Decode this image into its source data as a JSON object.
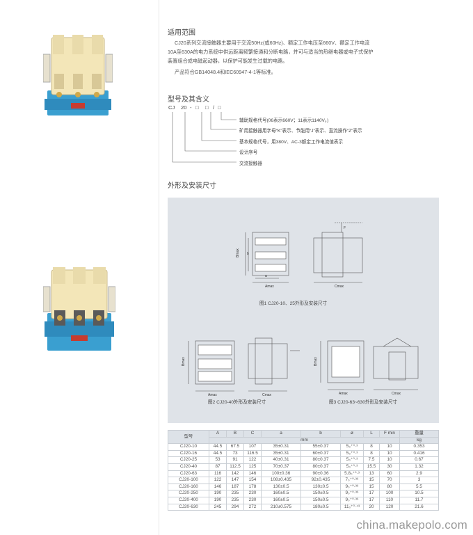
{
  "section_usage": {
    "title": "适用范围",
    "lines": [
      "CJ20系列交流接触器主要用于交流50Hz(或60Hz)、额定工作电压至660V、额定工作电流",
      "10A至630A的电力系统中供远距离频繁接通和分断电路，并可与适当的热继电器或电子式保护",
      "装置组合成电磁起动器，以保护可能发生过载的电路。",
      "产品符合GB14048.4和IEC60947-4-1等标准。"
    ]
  },
  "section_model": {
    "title": "型号及其含义",
    "code_parts": [
      "CJ",
      "20",
      "-",
      "□",
      "□",
      "/",
      "□"
    ],
    "meanings": [
      "辅助规格代号(06表示660V；11表示1140V。)",
      "矿用接触器用字母“K”表示、节能用“J”表示、直流操作“Z”表示",
      "基本规格代号，用380V、AC-3额定工作电流值表示",
      "设计序号",
      "交流接触器"
    ]
  },
  "section_dims": {
    "title": "外形及安装尺寸",
    "fig1_caption": "图1 CJ20-10、25外形及安装尺寸",
    "fig2_caption": "图2 CJ20-40外形及安装尺寸",
    "fig3_caption": "图3 CJ20-63~630外形及安装尺寸",
    "dim_labels": {
      "bmax": "Bmax",
      "amax": "Amax",
      "cmax": "Cmax",
      "a": "a",
      "b": "b",
      "f": "F"
    }
  },
  "table": {
    "headers": [
      "型号",
      "A",
      "B",
      "C",
      "a",
      "b",
      "ø",
      "L",
      "F min",
      "重量"
    ],
    "unit_mm": "mm",
    "unit_kg": "kg",
    "rows": [
      [
        "CJ20-10",
        "44.5",
        "67.5",
        "107",
        "35±0.31",
        "55±0.37",
        "5₀⁺⁰·³",
        "8",
        "10",
        "0.353"
      ],
      [
        "CJ20-16",
        "44.5",
        "73",
        "116.5",
        "35±0.31",
        "60±0.37",
        "5₀⁺⁰·³",
        "8",
        "10",
        "0.416"
      ],
      [
        "CJ20-25",
        "53",
        "91",
        "122",
        "40±0.31",
        "80±0.37",
        "5₀⁺⁰·³",
        "7.5",
        "10",
        "0.67"
      ],
      [
        "CJ20-40",
        "87",
        "112.5",
        "125",
        "70±0.37",
        "80±0.37",
        "5₀⁺⁰·³",
        "15.5",
        "30",
        "1.32"
      ],
      [
        "CJ20-63",
        "116",
        "142",
        "146",
        "100±0.36",
        "90±0.36",
        "5.8₀⁺⁰·³",
        "13",
        "60",
        "2.9"
      ],
      [
        "CJ20-100",
        "122",
        "147",
        "154",
        "108±0.435",
        "92±0.435",
        "7₀⁺⁰·³⁶",
        "15",
        "70",
        "3"
      ],
      [
        "CJ20-160",
        "146",
        "187",
        "178",
        "130±0.5",
        "130±0.5",
        "9₀⁺⁰·³⁶",
        "15",
        "80",
        "5.5"
      ],
      [
        "CJ20-250",
        "190",
        "235",
        "230",
        "160±0.5",
        "150±0.5",
        "9₀⁺⁰·³⁶",
        "17",
        "100",
        "10.5"
      ],
      [
        "CJ20-400",
        "190",
        "235",
        "230",
        "160±0.5",
        "150±0.5",
        "9₀⁺⁰·³⁶",
        "17",
        "110",
        "11.7"
      ],
      [
        "CJ20-630",
        "245",
        "294",
        "272",
        "210±0.575",
        "180±0.5",
        "11₀⁺⁰·⁴³",
        "20",
        "120",
        "21.6"
      ]
    ]
  },
  "watermark": "china.makepolo.com",
  "colors": {
    "panel_bg": "#dfe3e8",
    "contactor_body": "#f3e6b8",
    "contactor_base": "#3a9fd0"
  }
}
